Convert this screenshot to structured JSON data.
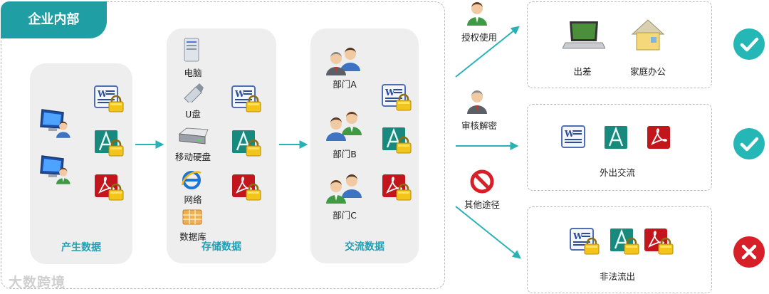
{
  "enterprise": {
    "title": "企业内部"
  },
  "panels": {
    "produce": {
      "title": "产生数据"
    },
    "store": {
      "title": "存储数据",
      "items": {
        "pc": "电脑",
        "usb": "U盘",
        "hdd": "移动硬盘",
        "net": "网络",
        "db": "数据库"
      }
    },
    "exchange": {
      "title": "交流数据",
      "depts": {
        "a": "部门A",
        "b": "部门B",
        "c": "部门C"
      }
    }
  },
  "paths": {
    "authorized": "授权使用",
    "audit": "审核解密",
    "other": "其他途径"
  },
  "destinations": {
    "travel": {
      "business": "出差",
      "home": "家庭办公"
    },
    "external": {
      "title": "外出交流"
    },
    "illegal": {
      "title": "非法流出"
    }
  },
  "watermark": "大数跨境",
  "colors": {
    "teal": "#1f9fa4",
    "ok": "#25b7b5",
    "bad": "#d61f26",
    "panel": "#eeeeee",
    "accent": "#1fa1b5"
  },
  "icons": [
    "word-icon",
    "autocad-icon",
    "pdf-icon",
    "lock-icon",
    "computer-icon",
    "usb-icon",
    "hdd-icon",
    "ie-icon",
    "database-icon",
    "user-icon",
    "laptop-icon",
    "house-icon",
    "forbidden-icon",
    "check-icon",
    "cross-icon"
  ]
}
